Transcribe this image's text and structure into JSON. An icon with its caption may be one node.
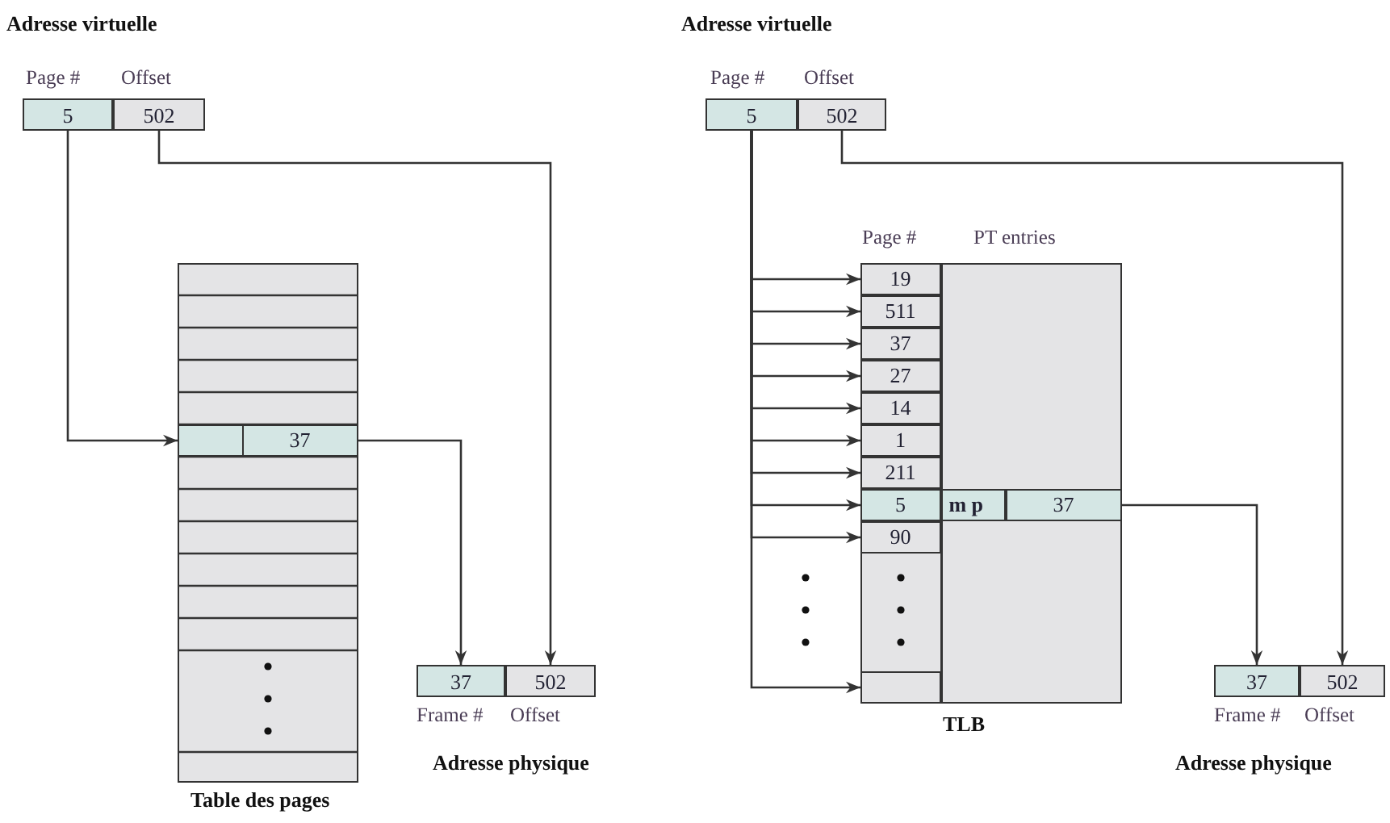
{
  "diagram": {
    "nodes": [
      {
        "text": [
          "5"
        ]
      },
      {
        "text": [
          "502"
        ]
      },
      {
        "text": [],
        "shape": "box"
      },
      {
        "text": [
          "37"
        ],
        "in": 2
      },
      {
        "text": [
          "37"
        ]
      },
      {
        "text": [
          "502"
        ]
      },
      {
        "text": [
          "5"
        ]
      },
      {
        "text": [
          "502"
        ]
      },
      {
        "text": [],
        "shape": "box"
      },
      {
        "text": [
          "19"
        ],
        "in": 8
      },
      {
        "text": [
          "511"
        ],
        "in": 8
      },
      {
        "text": [
          "37"
        ],
        "in": 8
      },
      {
        "text": [
          "27"
        ],
        "in": 8
      },
      {
        "text": [
          "14"
        ],
        "in": 8
      },
      {
        "text": [
          "1"
        ],
        "in": 8
      },
      {
        "text": [
          "211"
        ],
        "in": 8
      },
      {
        "text": [
          "5"
        ],
        "in": 8
      },
      {
        "text": [
          "m p"
        ],
        "in": 8
      },
      {
        "text": [
          "37"
        ],
        "in": 8
      },
      {
        "text": [
          "90"
        ],
        "in": 8
      },
      {
        "text": [],
        "shape": "box",
        "in": 8
      },
      {
        "text": [
          "37"
        ]
      },
      {
        "text": [
          "502"
        ]
      }
    ],
    "edges": [
      {
        "from": 0,
        "to": 3,
        "arrow": "to"
      },
      {
        "from": 1,
        "to": 5,
        "arrow": "to"
      },
      {
        "from": 3,
        "to": 4,
        "arrow": "to"
      },
      {
        "from": 6,
        "to": 9,
        "arrow": "to"
      },
      {
        "from": 6,
        "to": 10,
        "arrow": "to"
      },
      {
        "from": 6,
        "to": 11,
        "arrow": "to"
      },
      {
        "from": 6,
        "to": 12,
        "arrow": "to"
      },
      {
        "from": 6,
        "to": 13,
        "arrow": "to"
      },
      {
        "from": 6,
        "to": 14,
        "arrow": "to"
      },
      {
        "from": 6,
        "to": 15,
        "arrow": "to"
      },
      {
        "from": 6,
        "to": 16,
        "arrow": "to"
      },
      {
        "from": 6,
        "to": 19,
        "arrow": "to"
      },
      {
        "from": 6,
        "to": 20,
        "arrow": "to"
      },
      {
        "from": 7,
        "to": 22,
        "arrow": "to"
      },
      {
        "from": 18,
        "to": 21,
        "arrow": "to"
      }
    ],
    "labels": [
      "Adresse virtuelle",
      "Page #",
      "Offset",
      "Frame #",
      "Offset",
      "Adresse physique",
      "Table des pages",
      "Adresse virtuelle",
      "Page #",
      "Offset",
      "Page #",
      "PT entries",
      "TLB",
      "Frame #",
      "Offset",
      "Adresse physique"
    ]
  }
}
